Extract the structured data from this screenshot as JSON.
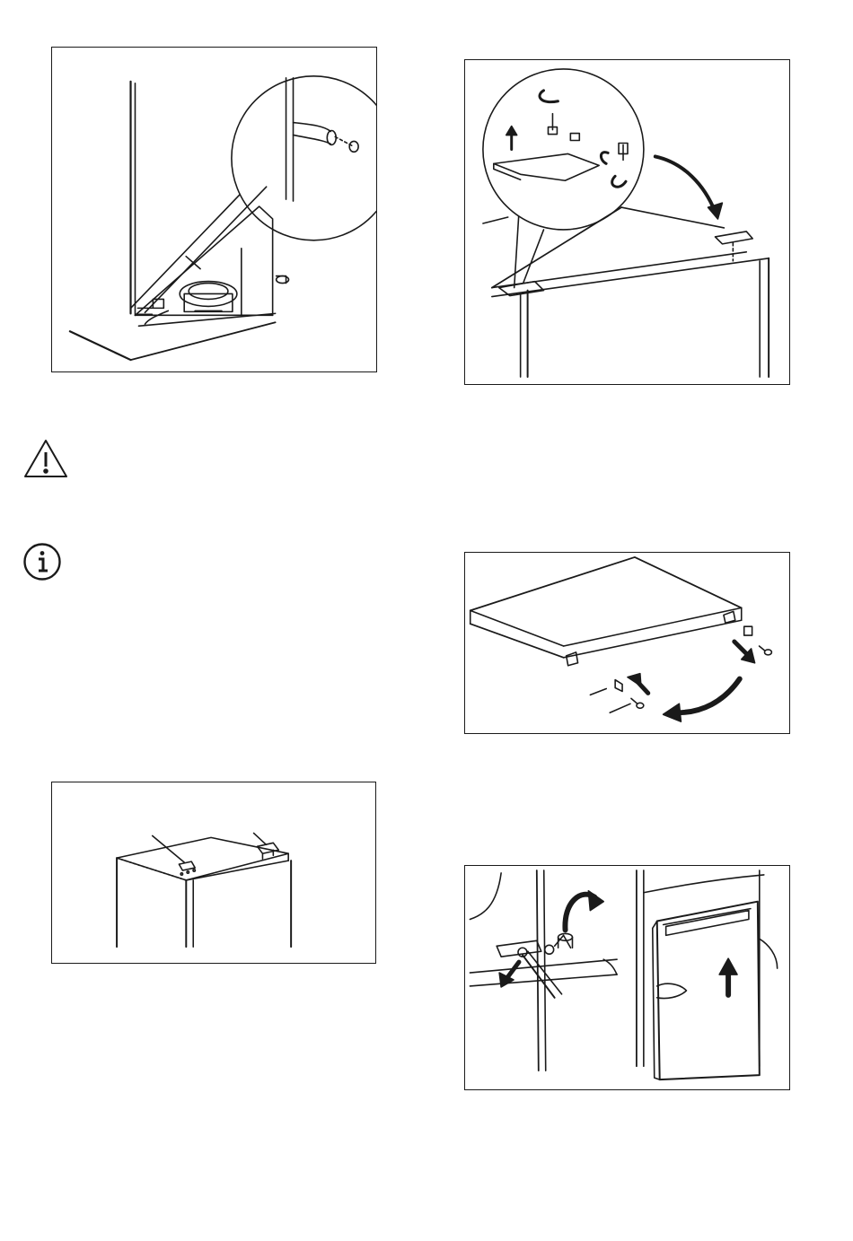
{
  "page": {
    "background": "#ffffff",
    "line_color": "#1a1a1a"
  },
  "figures": [
    {
      "id": "lower-hinge-pin-removal",
      "icon": "hinge-pin-illustration"
    },
    {
      "id": "top-hinge-reassembly",
      "icon": "top-hinge-illustration"
    },
    {
      "id": "door-top-edge-caps",
      "icon": "door-cap-illustration"
    },
    {
      "id": "cabinet-top-view",
      "icon": "cabinet-top-illustration"
    },
    {
      "id": "door-lift-off",
      "icon": "door-removal-illustration"
    }
  ],
  "notices": [
    {
      "type": "warning",
      "icon": "warning-triangle-icon"
    },
    {
      "type": "information",
      "icon": "info-circle-icon"
    }
  ]
}
